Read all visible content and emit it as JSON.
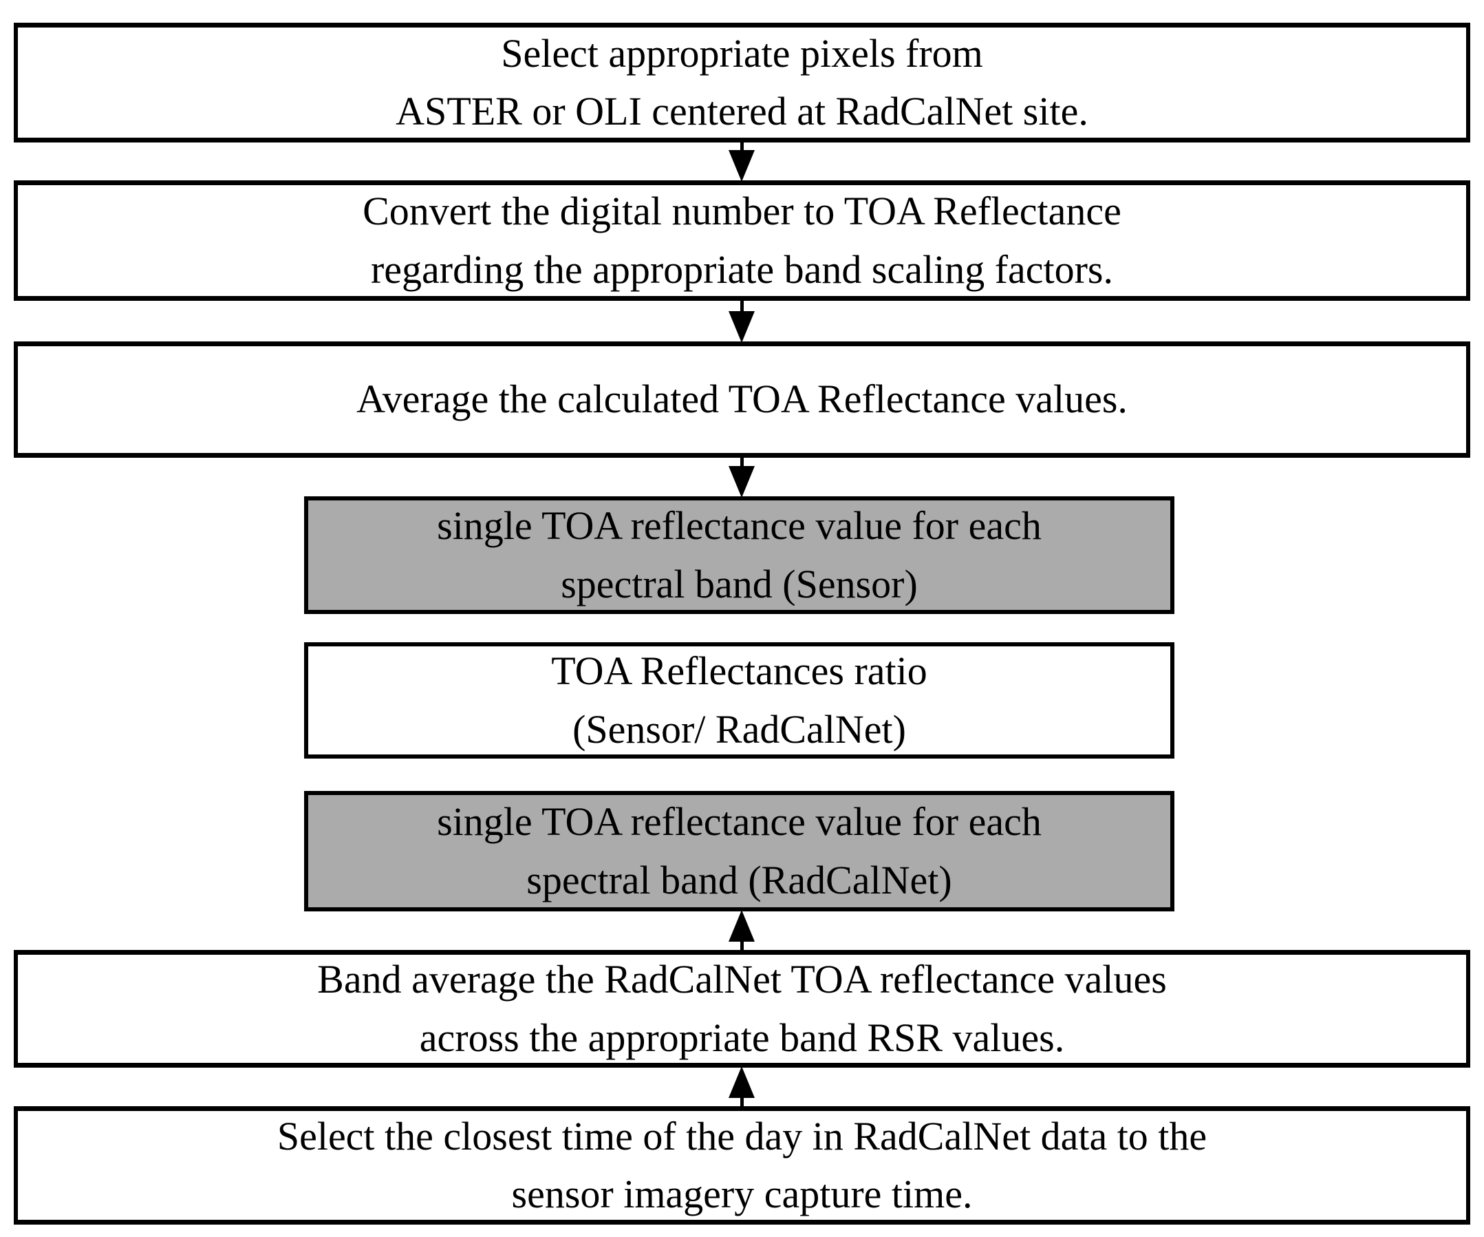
{
  "diagram": {
    "type": "flowchart",
    "colors": {
      "background": "#ffffff",
      "box_border": "#000000",
      "plain_fill": "#ffffff",
      "highlight_fill": "#ababab",
      "arrow": "#000000",
      "text": "#000000"
    },
    "boxes": [
      {
        "id": "select-pixels",
        "fill": "plain",
        "lines": [
          "Select appropriate pixels from",
          "ASTER or OLI centered at RadCalNet site."
        ]
      },
      {
        "id": "convert-dn-to-toa",
        "fill": "plain",
        "lines": [
          "Convert the digital number to TOA Reflectance",
          "regarding the appropriate band scaling factors."
        ]
      },
      {
        "id": "average-toa",
        "fill": "plain",
        "lines": [
          "Average the calculated TOA Reflectance values."
        ]
      },
      {
        "id": "sensor-toa-result",
        "fill": "highlight",
        "lines": [
          "single TOA reflectance value for each",
          "spectral band (Sensor)"
        ]
      },
      {
        "id": "toa-ratio",
        "fill": "plain",
        "lines": [
          "TOA Reflectances ratio",
          "(Sensor/ RadCalNet)"
        ]
      },
      {
        "id": "radcalnet-toa-result",
        "fill": "highlight",
        "lines": [
          "single TOA reflectance value for each",
          "spectral band (RadCalNet)"
        ]
      },
      {
        "id": "band-average-radcalnet",
        "fill": "plain",
        "lines": [
          "Band average the RadCalNet TOA reflectance values",
          "across the appropriate band RSR values."
        ]
      },
      {
        "id": "select-closest-time",
        "fill": "plain",
        "lines": [
          "Select the closest time of the day in RadCalNet data to the",
          "sensor imagery capture time."
        ]
      }
    ],
    "arrows": [
      {
        "id": "arrow-1",
        "direction": "down",
        "from": "select-pixels",
        "to": "convert-dn-to-toa"
      },
      {
        "id": "arrow-2",
        "direction": "down",
        "from": "convert-dn-to-toa",
        "to": "average-toa"
      },
      {
        "id": "arrow-3",
        "direction": "down",
        "from": "average-toa",
        "to": "sensor-toa-result"
      },
      {
        "id": "arrow-4",
        "direction": "up",
        "from": "band-average-radcalnet",
        "to": "radcalnet-toa-result"
      },
      {
        "id": "arrow-5",
        "direction": "up",
        "from": "select-closest-time",
        "to": "band-average-radcalnet"
      }
    ]
  }
}
